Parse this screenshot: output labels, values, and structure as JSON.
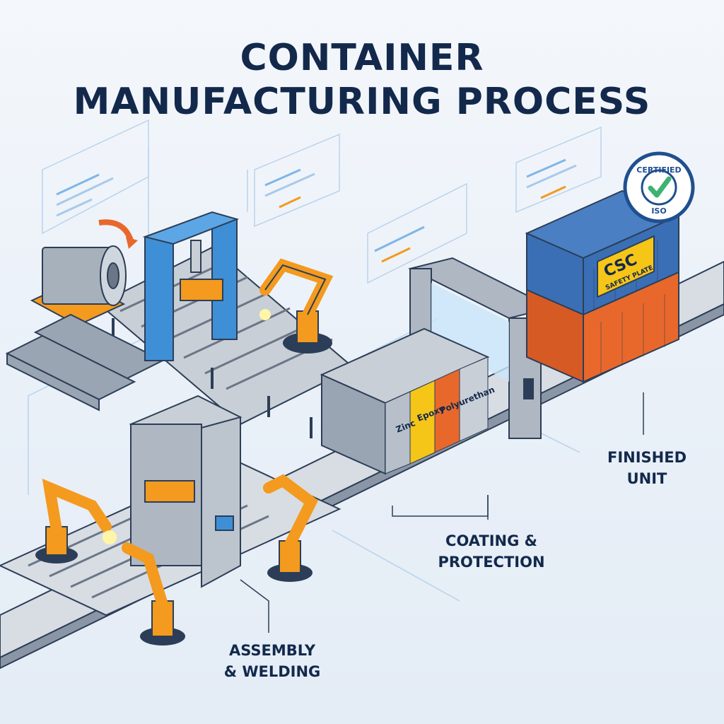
{
  "title": {
    "line1": "CONTAINER",
    "line2": "MANUFACTURING PROCESS"
  },
  "stages": {
    "assembly": {
      "line1": "ASSEMBLY",
      "line2": "& WELDING"
    },
    "coating": {
      "line1": "COATING &",
      "line2": "PROTECTION"
    },
    "finished": {
      "line1": "FINISHED",
      "line2": "UNIT"
    }
  },
  "coating_layers": [
    "Zinc",
    "Epoxy",
    "Polyurethan"
  ],
  "plate": {
    "title": "CSC",
    "subtitle": "SAFETY PLATE"
  },
  "stamp": {
    "top": "CERTIFIED",
    "bottom": "ISO"
  },
  "colors": {
    "navy": "#13294b",
    "robot_orange": "#f39a1f",
    "machine_blue": "#3f8fd6",
    "container_blue": "#3a6fb5",
    "container_orange": "#e8682c",
    "plate_yellow": "#f5c518",
    "check_green": "#3cb371",
    "accent_line": "#7fb6e6"
  }
}
